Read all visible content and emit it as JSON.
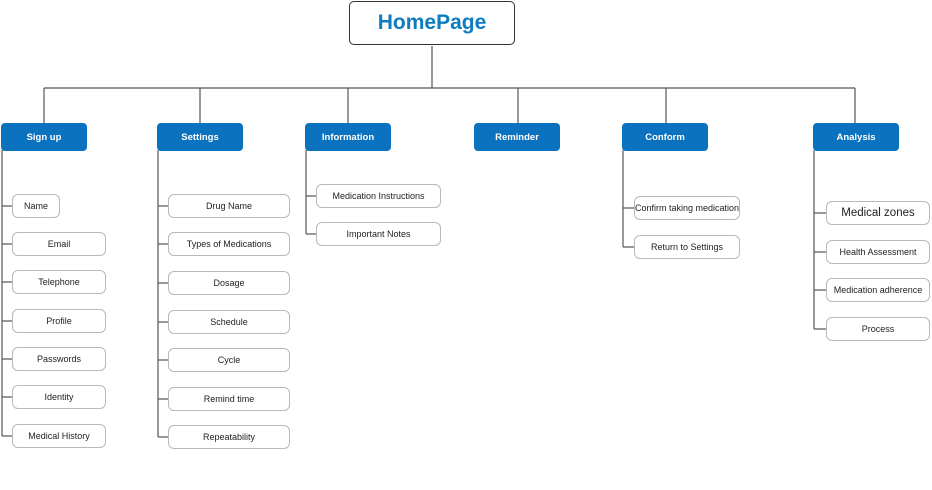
{
  "root": {
    "title": "HomePage"
  },
  "categories": [
    {
      "label": "Sign up",
      "items": [
        "Name",
        "Email",
        "Telephone",
        "Profile",
        "Passwords",
        "Identity",
        "Medical History"
      ]
    },
    {
      "label": "Settings",
      "items": [
        "Drug Name",
        "Types of Medications",
        "Dosage",
        "Schedule",
        "Cycle",
        "Remind time",
        "Repeatability"
      ]
    },
    {
      "label": "Information",
      "items": [
        "Medication Instructions",
        "Important Notes"
      ]
    },
    {
      "label": "Reminder",
      "items": []
    },
    {
      "label": "Conform",
      "items": [
        "Confirm taking medication",
        "Return to Settings"
      ]
    },
    {
      "label": "Analysis",
      "items": [
        "Medical zones",
        "Health Assessment",
        "Medication adherence",
        "Process"
      ]
    }
  ]
}
